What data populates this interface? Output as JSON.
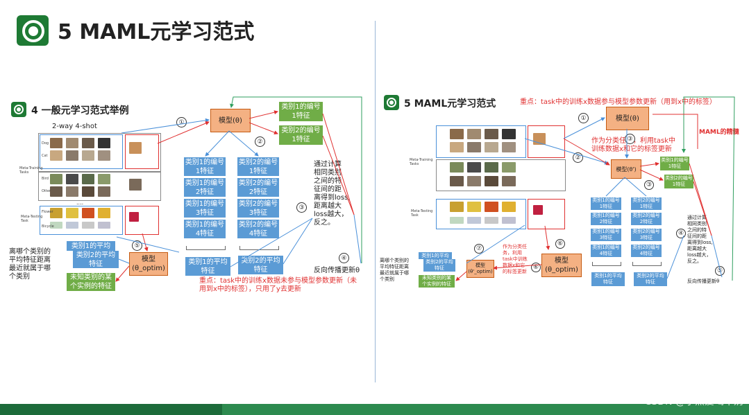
{
  "main_title": "5 MAML元学习范式",
  "left": {
    "subtitle": "4 一般元学习范式举例",
    "way_shot": "2-way 4-shot",
    "labels": {
      "dog": "Dog",
      "cat": "Cat",
      "bird": "Bird",
      "otter": "Otter",
      "flower": "Flower",
      "bicycle": "Bicycle",
      "meta_training": "Meta-Training\nTasks",
      "meta_testing": "Meta-Testing\nTask",
      "dots": "...."
    },
    "model_theta": "模型(θ)",
    "class1_feature_top": "类别1的编号\n1特征",
    "class2_feature_top": "类别2的编号\n1特征",
    "col1_boxes": [
      "类别1的编号\n1特征",
      "类别1的编号\n2特征",
      "类别1的编号\n3特征",
      "类别1的编号\n4特征"
    ],
    "col2_boxes": [
      "类别2的编号\n1特征",
      "类别2的编号\n2特征",
      "类别2的编号\n3特征",
      "类别2的编号\n4特征"
    ],
    "avg1": "类别1的平均\n特征",
    "avg2": "类别2的平均\n特征",
    "avg1_small": "类别1的平均",
    "avg2_small": "类别2的平均\n特征",
    "unknown": "未知类别的某\n个实例的特征",
    "model_optim": "模型\n(θ_optim)",
    "nearest_note": "离哪个类别的\n平均特征距离\n最近就属于哪\n个类别",
    "loss_note": "通过计算\n相同类别\n之间的特\n征间的距\n离得到loss,\n距离越大\nloss越大，\n反之。",
    "backprop": "反向传播更新θ",
    "key_point": "重点：task中的训练x数据未参与模型参数更新（未用到x中的标签），只用了y去更新",
    "steps": [
      "①",
      "②",
      "③",
      "④",
      "⑤"
    ]
  },
  "right": {
    "subtitle": "5 MAML元学习范式",
    "key_point": "重点：task中的训练x数据参与模型参数更新（用到x中的标签）",
    "essence": "MAML的精髓",
    "model_theta": "模型(θ)",
    "model_theta_prime": "模型(θ')",
    "classifier_note": "作为分类任务，利用task中\n训练数据x和它的标签更新",
    "class1_feature_top": "类别1的编号\n1特征",
    "class2_feature_top": "类别2的编号\n1特征",
    "col1_boxes": [
      "类别1的编号\n1特征",
      "类别1的编号\n2特征",
      "类别1的编号\n3特征",
      "类别1的编号\n4特征"
    ],
    "col2_boxes": [
      "类别2的编号\n1特征",
      "类别2的编号\n2特征",
      "类别2的编号\n3特征",
      "类别2的编号\n4特征"
    ],
    "avg1": "类别1的平均\n特征",
    "avg2": "类别2的平均\n特征",
    "avg1_small": "类别1的平均",
    "avg2_small": "类别2的平均\n特征",
    "unknown": "未知类别的某\n个实例的特征",
    "model_optim": "模型\n(θ_optim)",
    "model_optim_small": "模型\n(θ'_optim)",
    "nearest_note": "离哪个类别的\n平均特征距离\n最近就属于哪\n个类别",
    "classifier_note_small": "作为分类任\n务，利用\ntask中训练\n数据x和它\n的标签更新",
    "loss_note": "通过计算\n相同类别\n之间的特\n征间的距\n离得到loss,\n距离越大\nloss越大，\n反之。",
    "backprop": "反向传播更新θ",
    "steps": [
      "①",
      "②",
      "③",
      "④",
      "⑤",
      "⑥",
      "⑦"
    ]
  },
  "watermark": "CSDN @小熊爱喝牛奶",
  "colors": {
    "blue": "#5b9bd5",
    "green": "#70ad47",
    "orange": "#f4b183",
    "accent_green": "#1e7a34"
  }
}
